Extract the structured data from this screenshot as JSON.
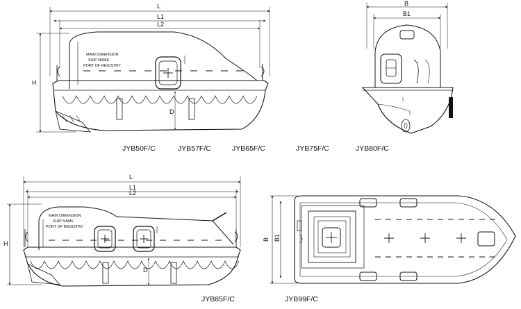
{
  "models": {
    "row1": [
      "JYB50F/C",
      "JYB57F/C",
      "JYB65F/C",
      "JYB75F/C",
      "JYB80F/C"
    ],
    "jyb85": "JYB85F/C",
    "jyb99": "JYB99F/C"
  },
  "dims": {
    "L": "L",
    "L1": "L1",
    "L2": "L2",
    "H": "H",
    "D": "D",
    "B": "B",
    "B1": "B1"
  },
  "hull_text": {
    "line1": "MAIN DIMENSION",
    "line2": "SHIP NAME",
    "line3": "PORT OF REGISTRY"
  }
}
